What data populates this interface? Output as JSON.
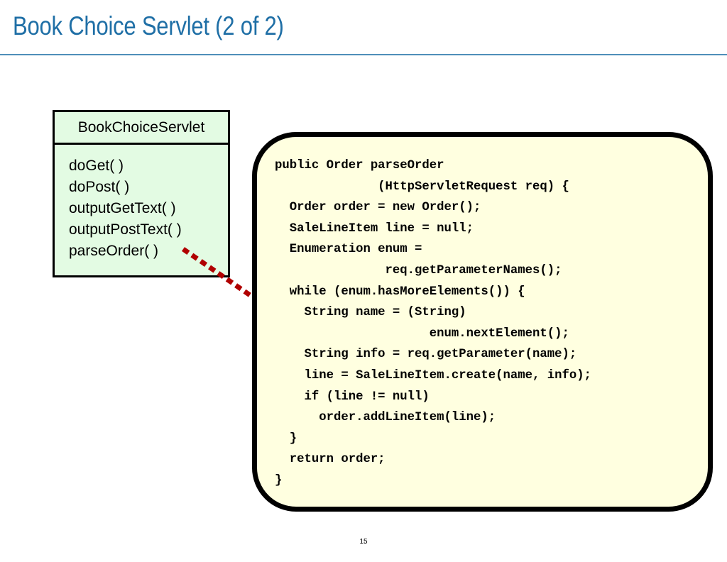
{
  "slide": {
    "title": "Book Choice Servlet (2 of 2)",
    "page_number": "15"
  },
  "class_diagram": {
    "class_name": "BookChoiceServlet",
    "methods": [
      "doGet( )",
      "doPost( )",
      "outputGetText( )",
      "outputPostText( )",
      "parseOrder( )"
    ]
  },
  "code": {
    "lines": [
      "public Order parseOrder",
      "              (HttpServletRequest req) {",
      "  Order order = new Order();",
      "  SaleLineItem line = null;",
      "  Enumeration enum =",
      "               req.getParameterNames();",
      "  while (enum.hasMoreElements()) {",
      "    String name = (String)",
      "                     enum.nextElement();",
      "    String info = req.getParameter(name);",
      "    line = SaleLineItem.create(name, info);",
      "    if (line != null)",
      "      order.addLineItem(line);",
      "  }",
      "  return order;",
      "}"
    ]
  },
  "colors": {
    "title": "#1f6fa6",
    "class_box_fill": "#e3fbe3",
    "code_box_fill": "#ffffe0",
    "connector": "#b00000"
  }
}
